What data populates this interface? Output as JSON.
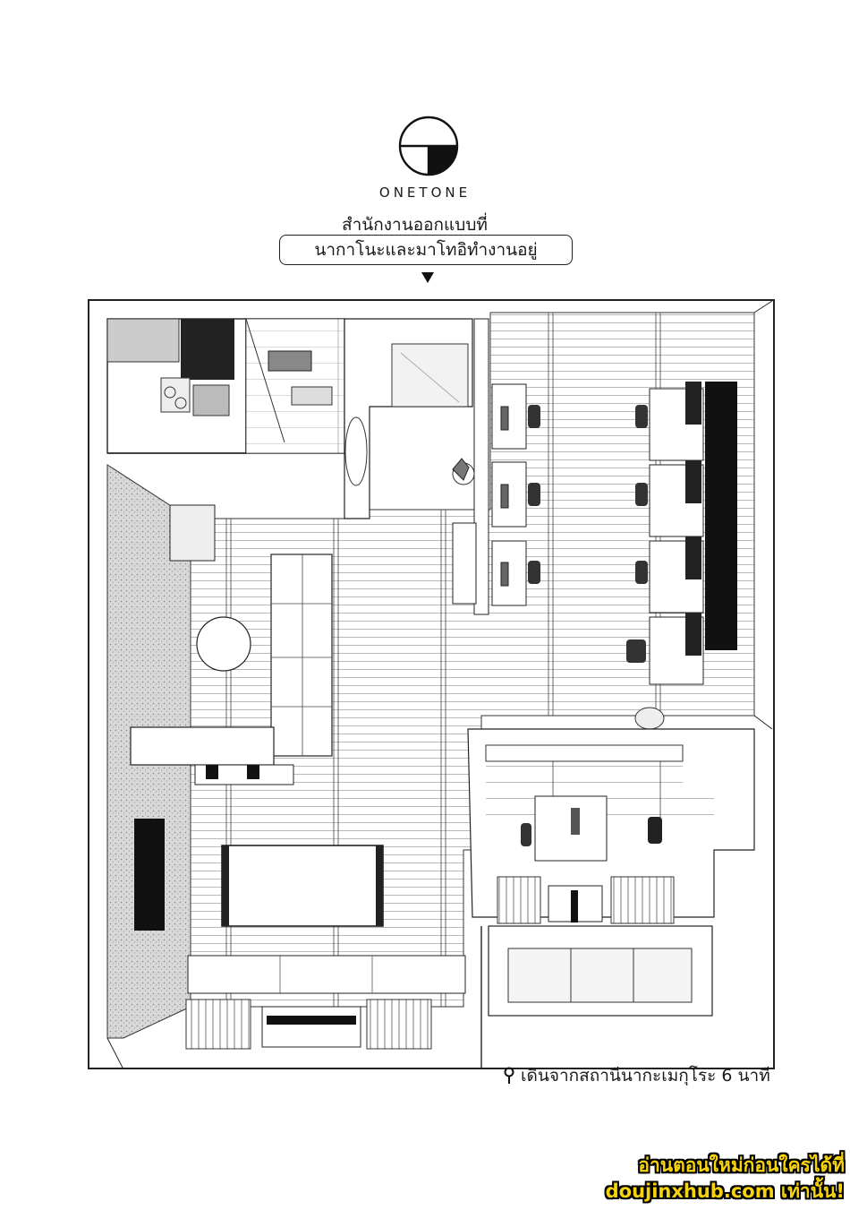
{
  "logo": {
    "icon": "onetone-circle-logo-icon"
  },
  "brand": {
    "name": "ONETONE"
  },
  "caption": {
    "line1": "สำนักงานออกแบบที่",
    "line2": "นากาโนะและมาโทอิทำงานอยู่"
  },
  "floor_plan": {
    "icon": "office-floor-plan-illustration"
  },
  "access": {
    "icon": "location-pin-icon",
    "text": "เดินจากสถานีนากะเมกุโระ 6 นาที"
  },
  "promo": {
    "line1": "อ่านตอนใหม่ก่อนใครได้ที่",
    "line2": "doujinxhub.com เท่านั้น!"
  }
}
